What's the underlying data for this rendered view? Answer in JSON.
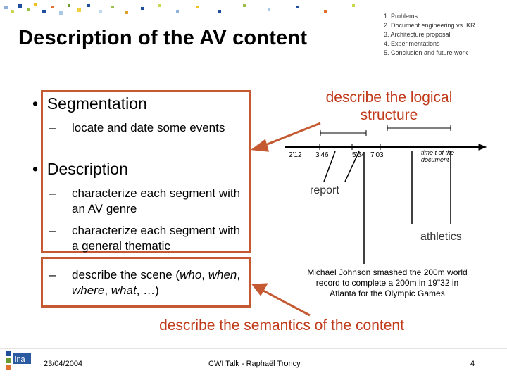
{
  "title": "Description of the AV content",
  "outline": [
    "1. Problems",
    "2. Document engineering vs. KR",
    "3. Architecture proposal",
    "4. Experimentations",
    "5. Conclusion and future work"
  ],
  "bullets": {
    "segmentation": "Segmentation",
    "segmentation_sub": "locate and date some events",
    "description": "Description",
    "genre": "characterize each segment with an AV genre",
    "thematic": "characterize each segment with a general thematic",
    "scene_prefix": "describe the scene (",
    "scene_who": "who",
    "scene_when": "when",
    "scene_where": "where",
    "scene_what": "what",
    "scene_suffix": ", …)"
  },
  "annotations": {
    "logical": "describe the logical structure",
    "semantics": "describe the semantics of the content"
  },
  "diagram": {
    "times": [
      "2'12",
      "3'46",
      "5'54",
      "7'03"
    ],
    "axis_label": "time t of the document",
    "report": "report",
    "athletics": "athletics",
    "caption": "Michael Johnson smashed the 200m world record to complete a 200m in 19\"32 in Atlanta for the Olympic Games"
  },
  "footer": {
    "date": "23/04/2004",
    "talk": "CWI Talk - Raphaël Troncy",
    "page": "4",
    "logo_text": "ina"
  },
  "colors": {
    "accent_red": "#c55a32",
    "annotation_red": "#c03a1a",
    "logo_blue": "#2c5aa0"
  }
}
